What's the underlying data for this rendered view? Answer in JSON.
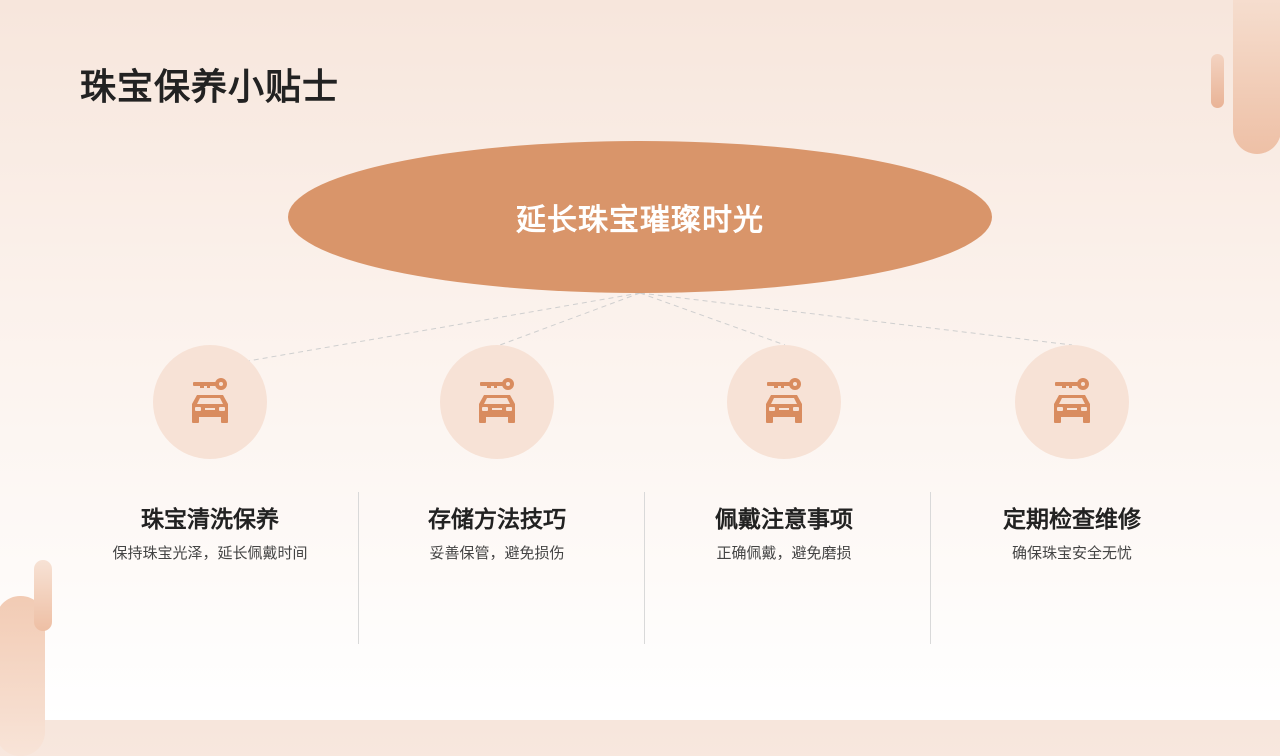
{
  "title": "珠宝保养小贴士",
  "center": {
    "label": "延长珠宝璀璨时光"
  },
  "colors": {
    "accent": "#d9956a",
    "icon_circle": "#f7e2d6",
    "icon": "#d98c5f"
  },
  "items": [
    {
      "icon": "car-key-icon",
      "title": "珠宝清洗保养",
      "desc": "保持珠宝光泽，延长佩戴时间"
    },
    {
      "icon": "car-key-icon",
      "title": "存储方法技巧",
      "desc": "妥善保管，避免损伤"
    },
    {
      "icon": "car-key-icon",
      "title": "佩戴注意事项",
      "desc": "正确佩戴，避免磨损"
    },
    {
      "icon": "car-key-icon",
      "title": "定期检查维修",
      "desc": "确保珠宝安全无忧"
    }
  ]
}
